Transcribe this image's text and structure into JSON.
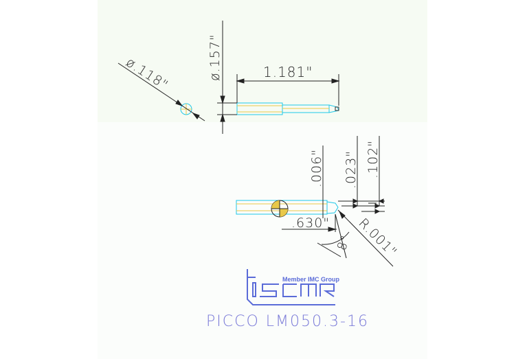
{
  "drawing": {
    "dimensions": {
      "shank_diameter": "ø.157\"",
      "neck_diameter": "ø.118\"",
      "overall_length": "1.181\"",
      "tip_offset": ".006\"",
      "tip_width": ".023\"",
      "tip_height": ".102\"",
      "reach": ".630\"",
      "corner_radius": "R.001\"",
      "relief_angle": "8°"
    },
    "title": "PICCO LM050.3-16"
  },
  "logo": {
    "tagline": "Member IMC Group",
    "brand": "iscar"
  },
  "colors": {
    "outline": "#1ec8e8",
    "hatch": "#e8c84a",
    "dimension": "#222222",
    "title": "#7a7ad8",
    "brand": "#5a6bd8"
  }
}
